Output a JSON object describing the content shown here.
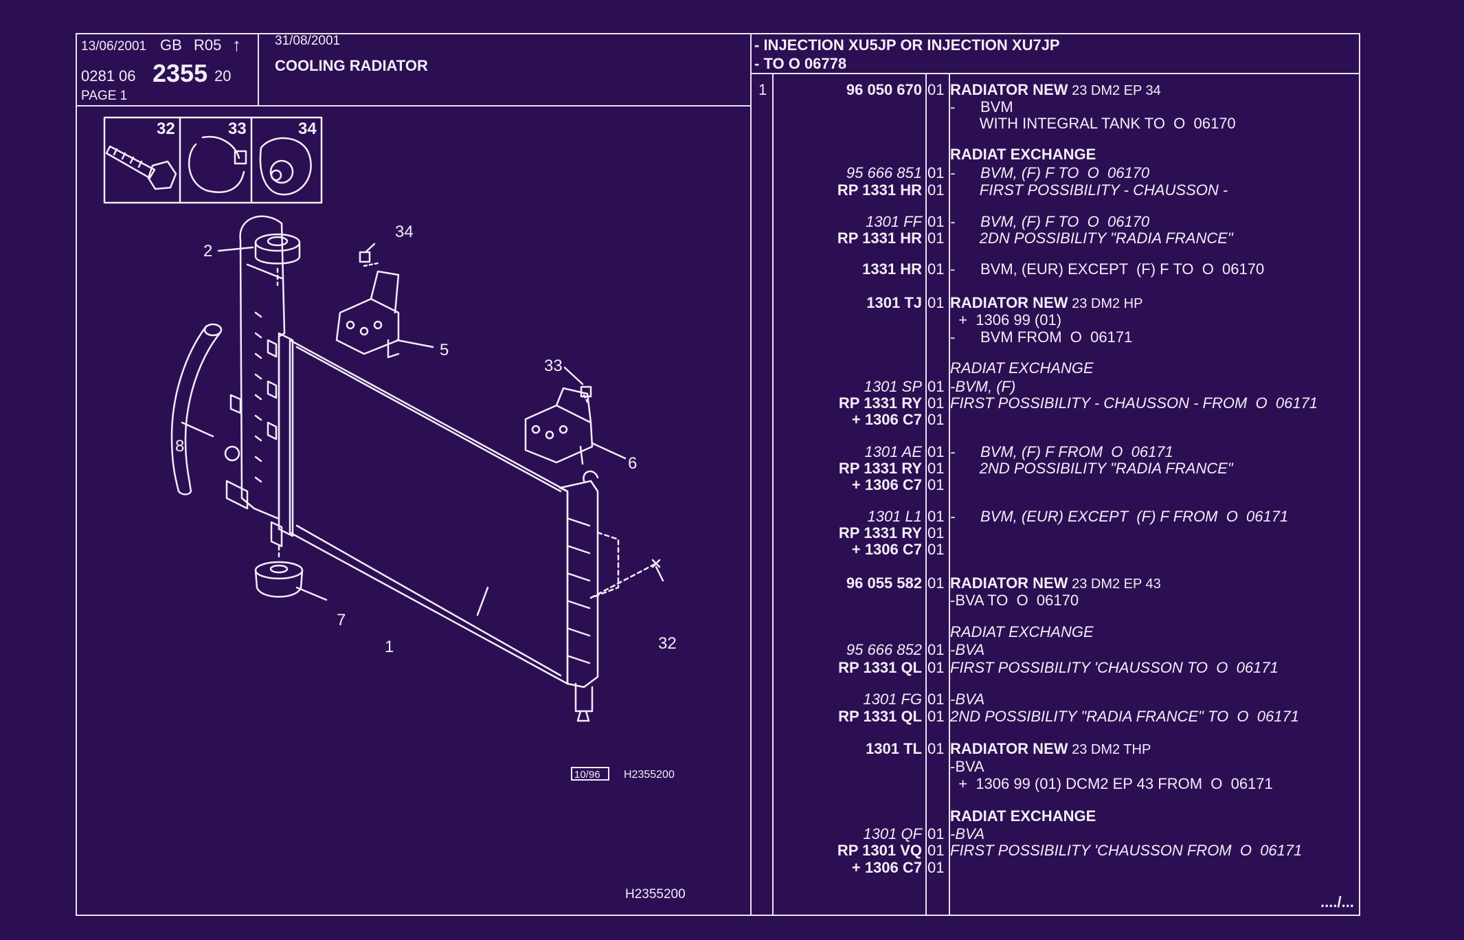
{
  "header": {
    "print_date": "13/06/2001",
    "lang": "GB",
    "rev": "R05",
    "rev_arrow": "↑",
    "catalog_prefix": "0281 06",
    "plate_number": "2355",
    "plate_suffix": "20",
    "page_label": "PAGE 1",
    "issue_date": "31/08/2001",
    "title": "COOLING RADIATOR",
    "applicability_1": "- INJECTION XU5JP OR  INJECTION XU7JP",
    "applicability_2": "- TO O  06778"
  },
  "diagram": {
    "inset_labels": [
      "32",
      "33",
      "34"
    ],
    "callouts": [
      "1",
      "2",
      "5",
      "6",
      "7",
      "8",
      "32",
      "33",
      "34"
    ],
    "stamp_box": "10/96",
    "stamp_code": "H2355200",
    "footer_code": "H2355200"
  },
  "parts": {
    "row_index": "1",
    "lines": [
      {
        "ref": "96 050 670",
        "ref_style": "b",
        "qty": "01",
        "desc": "RADIATOR NEW",
        "desc_style": "b",
        "desc_extra": " 23 DM2 EP 34"
      },
      {
        "ref": "",
        "qty": "",
        "desc": "-      BVM"
      },
      {
        "ref": "",
        "qty": "",
        "desc": "       WITH INTEGRAL TANK TO  O  06170"
      },
      {
        "ref": "",
        "qty": "",
        "desc": "RADIAT EXCHANGE",
        "desc_style": "b"
      },
      {
        "ref": "95 666 851",
        "ref_style": "i",
        "qty": "01",
        "desc": "-      BVM, (F) F TO  O  06170",
        "desc_style": "i"
      },
      {
        "ref": "RP  1331 HR",
        "ref_style": "b",
        "qty": "01",
        "desc": "       FIRST POSSIBILITY - CHAUSSON -",
        "desc_style": "i"
      },
      {
        "ref": "1301 FF",
        "ref_style": "i",
        "qty": "01",
        "desc": "-      BVM, (F) F TO  O  06170",
        "desc_style": "i"
      },
      {
        "ref": "RP  1331 HR",
        "ref_style": "b",
        "qty": "01",
        "desc": "       2DN POSSIBILITY \"RADIA FRANCE\"",
        "desc_style": "i"
      },
      {
        "ref": "1331 HR",
        "ref_style": "b",
        "qty": "01",
        "desc": "-      BVM, (EUR) EXCEPT  (F) F TO  O  06170"
      },
      {
        "ref": "1301 TJ",
        "ref_style": "b",
        "qty": "01",
        "desc": "RADIATOR NEW",
        "desc_style": "b",
        "desc_extra": " 23 DM2 HP"
      },
      {
        "ref": "",
        "qty": "",
        "desc": "  +  1306 99 (01)"
      },
      {
        "ref": "",
        "qty": "",
        "desc": "-      BVM FROM  O  06171"
      },
      {
        "ref": "",
        "qty": "",
        "desc": "RADIAT EXCHANGE",
        "desc_style": "i"
      },
      {
        "ref": "1301 SP",
        "ref_style": "i",
        "qty": "01",
        "desc": "-BVM, (F)",
        "desc_style": "i"
      },
      {
        "ref": "RP  1331 RY",
        "ref_style": "b",
        "qty": "01",
        "desc": "FIRST POSSIBILITY - CHAUSSON - FROM  O  06171",
        "desc_style": "i"
      },
      {
        "ref": "+  1306 C7",
        "ref_style": "b",
        "qty": "01",
        "desc": ""
      },
      {
        "ref": "1301 AE",
        "ref_style": "i",
        "qty": "01",
        "desc": "-      BVM, (F) F FROM  O  06171",
        "desc_style": "i"
      },
      {
        "ref": "RP  1331 RY",
        "ref_style": "b",
        "qty": "01",
        "desc": "       2ND POSSIBILITY \"RADIA FRANCE\"",
        "desc_style": "i"
      },
      {
        "ref": "+  1306 C7",
        "ref_style": "b",
        "qty": "01",
        "desc": ""
      },
      {
        "ref": "1301 L1",
        "ref_style": "i",
        "qty": "01",
        "desc": "-      BVM, (EUR) EXCEPT  (F) F FROM  O  06171",
        "desc_style": "i"
      },
      {
        "ref": "RP  1331 RY",
        "ref_style": "b",
        "qty": "01",
        "desc": ""
      },
      {
        "ref": "+  1306 C7",
        "ref_style": "b",
        "qty": "01",
        "desc": ""
      },
      {
        "ref": "96 055 582",
        "ref_style": "b",
        "qty": "01",
        "desc": "RADIATOR NEW",
        "desc_style": "b",
        "desc_extra": " 23 DM2 EP 43"
      },
      {
        "ref": "",
        "qty": "",
        "desc": "-BVA TO  O  06170"
      },
      {
        "ref": "",
        "qty": "",
        "desc": "RADIAT EXCHANGE",
        "desc_style": "i"
      },
      {
        "ref": "95 666 852",
        "ref_style": "i",
        "qty": "01",
        "desc": "-BVA",
        "desc_style": "i"
      },
      {
        "ref": "RP  1331 QL",
        "ref_style": "b",
        "qty": "01",
        "desc": "FIRST POSSIBILITY 'CHAUSSON TO  O  06171",
        "desc_style": "i"
      },
      {
        "ref": "1301 FG",
        "ref_style": "i",
        "qty": "01",
        "desc": "-BVA",
        "desc_style": "i"
      },
      {
        "ref": "RP  1331 QL",
        "ref_style": "b",
        "qty": "01",
        "desc": "2ND POSSIBILITY \"RADIA FRANCE\" TO  O  06171",
        "desc_style": "i"
      },
      {
        "ref": "1301 TL",
        "ref_style": "b",
        "qty": "01",
        "desc": "RADIATOR NEW",
        "desc_style": "b",
        "desc_extra": " 23 DM2 THP"
      },
      {
        "ref": "",
        "qty": "",
        "desc": "-BVA"
      },
      {
        "ref": "",
        "qty": "",
        "desc": "  +  1306 99 (01) DCM2 EP 43 FROM  O  06171"
      },
      {
        "ref": "",
        "qty": "",
        "desc": "RADIAT EXCHANGE",
        "desc_style": "b"
      },
      {
        "ref": "1301 QF",
        "ref_style": "i",
        "qty": "01",
        "desc": "-BVA",
        "desc_style": "i"
      },
      {
        "ref": "RP  1301 VQ",
        "ref_style": "b",
        "qty": "01",
        "desc": "FIRST POSSIBILITY 'CHAUSSON FROM  O  06171",
        "desc_style": "i"
      },
      {
        "ref": "+  1306 C7",
        "ref_style": "b",
        "qty": "01",
        "desc": ""
      }
    ],
    "continued": "..../..."
  },
  "colors": {
    "background": "#2c0f52",
    "ink": "#f2eef8"
  }
}
